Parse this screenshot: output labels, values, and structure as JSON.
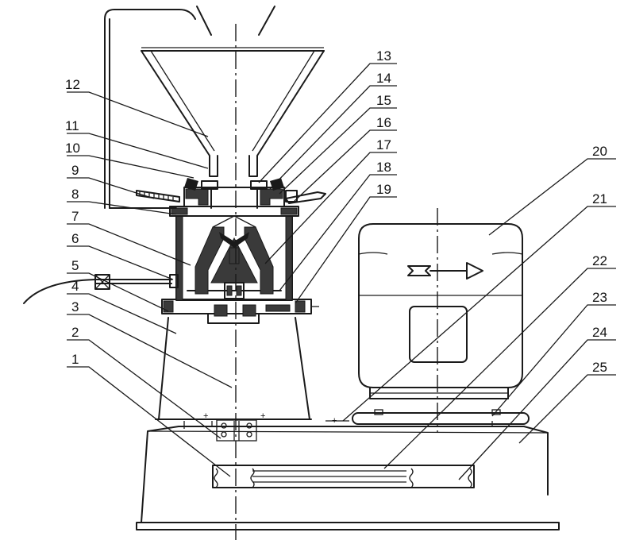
{
  "labels": [
    {
      "id": "1",
      "text": "1"
    },
    {
      "id": "2",
      "text": "2"
    },
    {
      "id": "3",
      "text": "3"
    },
    {
      "id": "4",
      "text": "4"
    },
    {
      "id": "5",
      "text": "5"
    },
    {
      "id": "6",
      "text": "6"
    },
    {
      "id": "7",
      "text": "7"
    },
    {
      "id": "8",
      "text": "8"
    },
    {
      "id": "9",
      "text": "9"
    },
    {
      "id": "10",
      "text": "10"
    },
    {
      "id": "11",
      "text": "11"
    },
    {
      "id": "12",
      "text": "12"
    },
    {
      "id": "13",
      "text": "13"
    },
    {
      "id": "14",
      "text": "14"
    },
    {
      "id": "15",
      "text": "15"
    },
    {
      "id": "16",
      "text": "16"
    },
    {
      "id": "17",
      "text": "17"
    },
    {
      "id": "18",
      "text": "18"
    },
    {
      "id": "19",
      "text": "19"
    },
    {
      "id": "20",
      "text": "20"
    },
    {
      "id": "21",
      "text": "21"
    },
    {
      "id": "22",
      "text": "22"
    },
    {
      "id": "23",
      "text": "23"
    },
    {
      "id": "24",
      "text": "24"
    },
    {
      "id": "25",
      "text": "25"
    }
  ],
  "marks": {
    "plus": "+"
  }
}
